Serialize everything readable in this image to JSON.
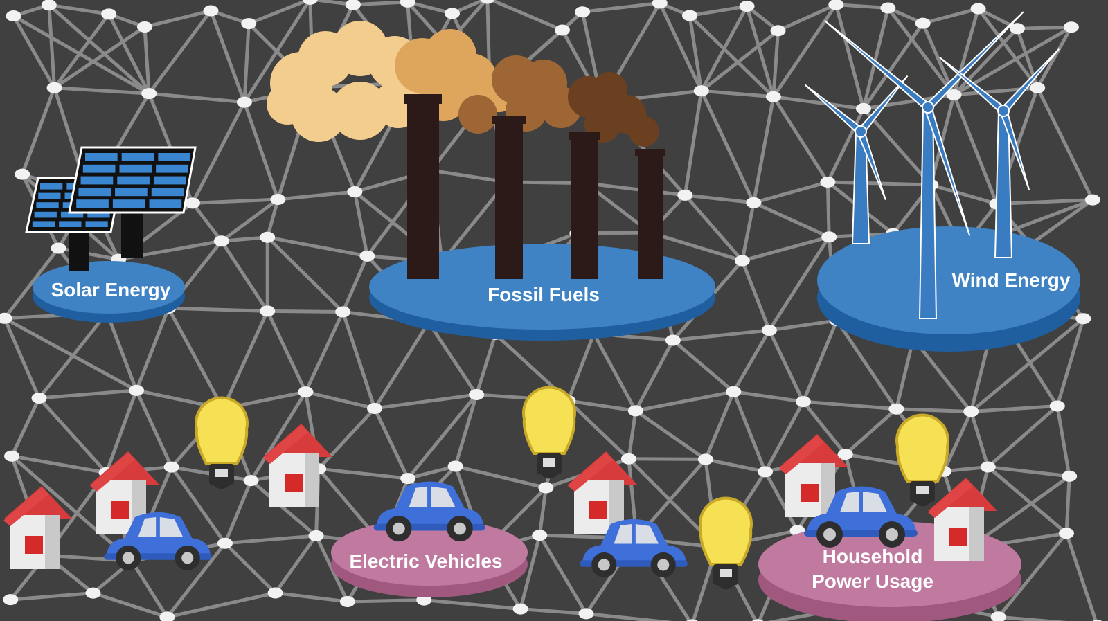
{
  "labels": {
    "solar": "Solar Energy",
    "fossil": "Fossil Fuels",
    "wind": "Wind Energy",
    "ev": "Electric Vehicles",
    "household_line1": "Household",
    "household_line2": "Power Usage"
  },
  "colors": {
    "background": "#404040",
    "network_line": "#8a8a8a",
    "node": "#f2f2f2",
    "platform_blue": "#3f83c4",
    "platform_blue_side": "#1f5fa0",
    "platform_pink": "#c07aa0",
    "platform_pink_side": "#a0587f",
    "chimney": "#2b1a18",
    "solar_cell": "#3a86d0",
    "turbine": "#3a7cc2",
    "house_roof": "#d83b3b",
    "house_wall": "#ececec",
    "house_window": "#d42a2a",
    "car_body": "#3f6fd8",
    "bulb": "#f6e154"
  },
  "icons": [
    "solar-panel-icon",
    "factory-chimney-icon",
    "smoke-icon",
    "wind-turbine-icon",
    "house-icon",
    "car-icon",
    "light-bulb-icon"
  ]
}
